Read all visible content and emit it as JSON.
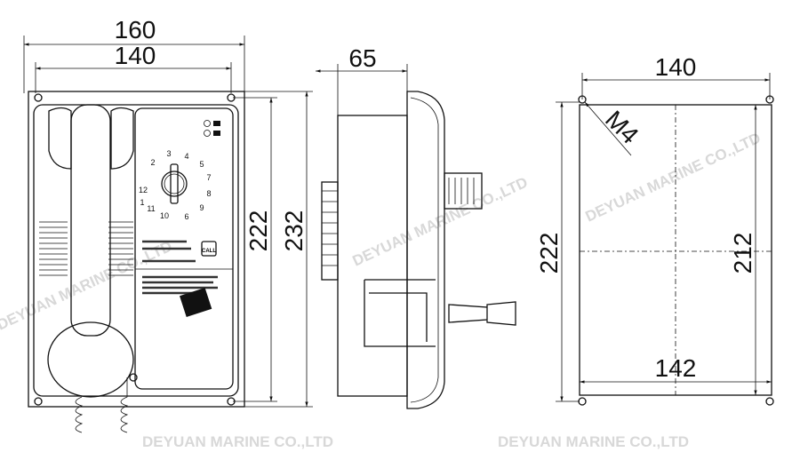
{
  "front_view": {
    "dims": {
      "width_outer": "160",
      "width_inner": "140",
      "height_inner": "222",
      "height_outer": "232"
    },
    "dial_numbers": [
      "1",
      "2",
      "3",
      "4",
      "5",
      "6",
      "7",
      "8",
      "9",
      "10",
      "11",
      "12"
    ],
    "call_button": "CALL"
  },
  "side_view": {
    "dims": {
      "depth": "65"
    }
  },
  "mounting_view": {
    "dims": {
      "width_top": "140",
      "height_left": "222",
      "height_right": "212",
      "width_bottom": "142",
      "screw": "M4"
    }
  },
  "watermark": "DEYUAN MARINE CO.,LTD"
}
